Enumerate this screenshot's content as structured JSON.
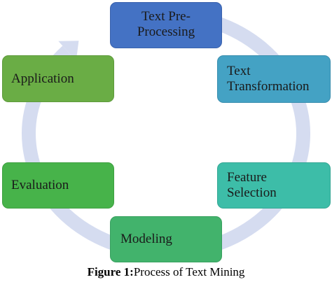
{
  "diagram": {
    "stages": [
      {
        "label": "Text Pre-\nProcessing",
        "color": "#4472c4",
        "border": "#3a62ad"
      },
      {
        "label": "Text\nTransformation",
        "color": "#44a2c4",
        "border": "#3a8eae"
      },
      {
        "label": "Feature\nSelection",
        "color": "#3dbda8",
        "border": "#35a794"
      },
      {
        "label": "Modeling",
        "color": "#42b36c",
        "border": "#39a05f"
      },
      {
        "label": "Evaluation",
        "color": "#47b34a",
        "border": "#3ea040"
      },
      {
        "label": "Application",
        "color": "#6aad45",
        "border": "#5e9a3c"
      }
    ],
    "ring_color": "#d5dcf0"
  },
  "caption": {
    "bold": "Figure 1:",
    "text": "Process of Text Mining"
  }
}
